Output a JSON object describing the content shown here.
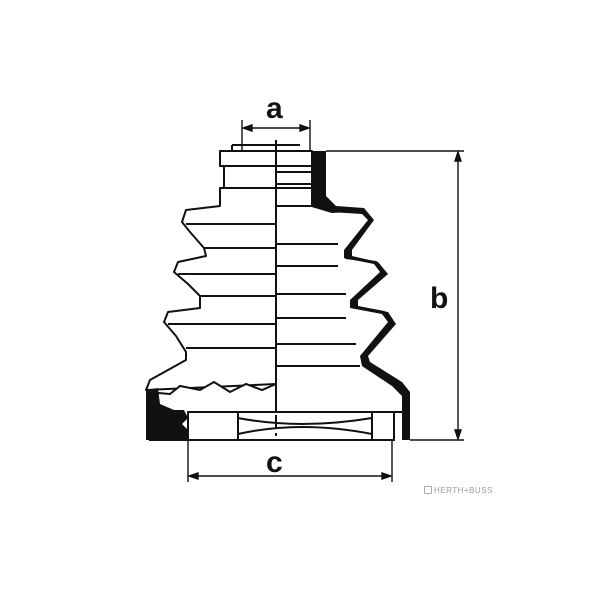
{
  "diagram": {
    "dimension_labels": {
      "a": "a",
      "b": "b",
      "c": "c"
    },
    "watermark": "HERTH+BUSS"
  }
}
